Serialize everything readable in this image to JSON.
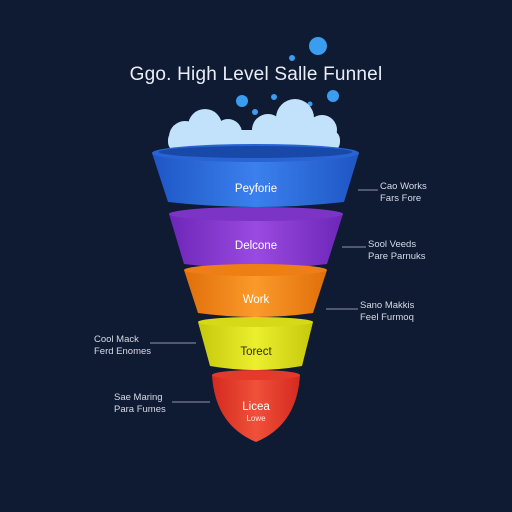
{
  "title": "Ggo. High Level Salle Funnel",
  "colors": {
    "background": "#0f1a33",
    "stage1": "#2f6fe0",
    "stage2": "#8a3bd6",
    "stage3": "#f28a1a",
    "stage4": "#dfe21a",
    "stage5": "#ea3d2d",
    "cloud": "#bfe0fb",
    "bubble": "#3a9df0"
  },
  "stages": [
    {
      "label": "Peyforie"
    },
    {
      "label": "Delcone"
    },
    {
      "label": "Work"
    },
    {
      "label": "Torect"
    },
    {
      "label": "Licea",
      "sublabel": "Lowe"
    }
  ],
  "annotations": {
    "right1": [
      "Cao Works",
      "Fars Fore"
    ],
    "right2": [
      "Sool Veeds",
      "Pare Parnuks"
    ],
    "right3": [
      "Sano Makkis",
      "Feel Furmoq"
    ],
    "left1": [
      "Cool Mack",
      "Ferd Enomes"
    ],
    "left2": [
      "Sae Maring",
      "Para Fumes"
    ]
  }
}
